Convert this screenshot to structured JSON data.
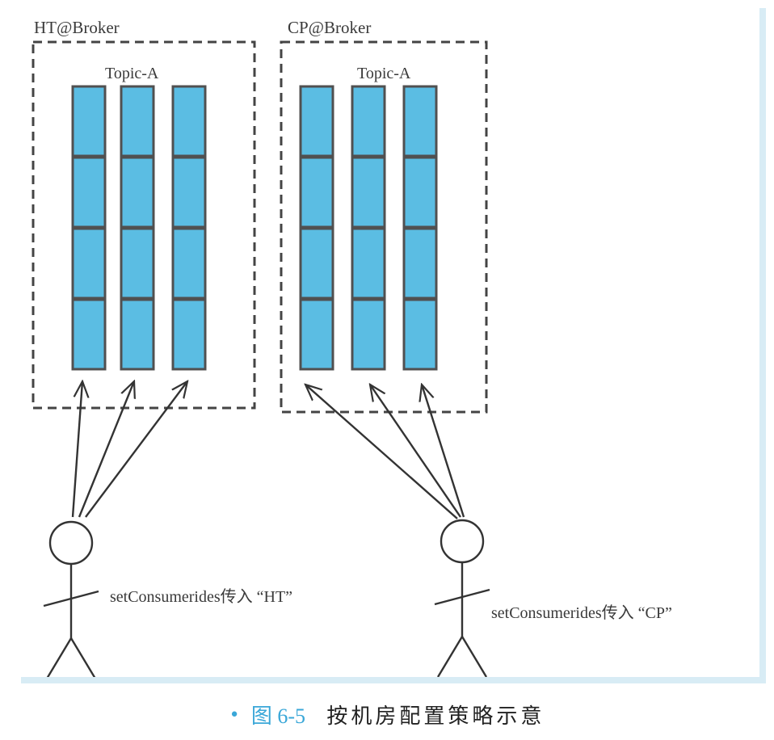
{
  "brokers": {
    "left": {
      "label": "HT@Broker",
      "topic": "Topic-A"
    },
    "right": {
      "label": "CP@Broker",
      "topic": "Topic-A"
    }
  },
  "consumers": {
    "left": {
      "label": "setConsumerides传入 “HT”"
    },
    "right": {
      "label": "setConsumerides传入 “CP”"
    }
  },
  "caption": {
    "bullet": "•",
    "number": "图 6-5",
    "title": "按机房配置策略示意"
  },
  "colors": {
    "queue_fill": "#5bbde3",
    "queue_border": "#505050",
    "dash": "#444444",
    "accent": "#3aa7d8",
    "frame": "#d8ecf5"
  },
  "queues_per_topic": 3,
  "cells_per_queue": 4
}
